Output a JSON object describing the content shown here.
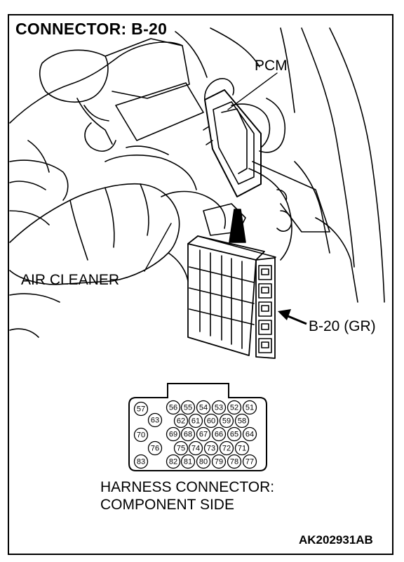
{
  "title": "CONNECTOR: B-20",
  "labels": {
    "pcm": "PCM",
    "air_cleaner": "AIR CLEANER",
    "connector": "B-20 (GR)"
  },
  "harness": {
    "line1": "HARNESS CONNECTOR:",
    "line2": "COMPONENT SIDE"
  },
  "figure_code": "AK202931AB",
  "pins": {
    "left_column": [
      "57",
      "63",
      "70",
      "76",
      "83"
    ],
    "row1": [
      "56",
      "55",
      "54",
      "53",
      "52",
      "51"
    ],
    "row2": [
      "62",
      "61",
      "60",
      "59",
      "58"
    ],
    "row3": [
      "69",
      "68",
      "67",
      "66",
      "65",
      "64"
    ],
    "row4": [
      "75",
      "74",
      "73",
      "72",
      "71"
    ],
    "row5": [
      "82",
      "81",
      "80",
      "79",
      "78",
      "77"
    ]
  }
}
